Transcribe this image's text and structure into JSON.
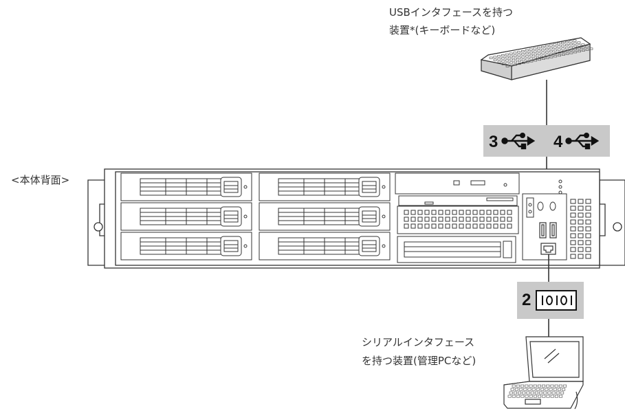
{
  "device_usb": {
    "line1": "USBインタフェースを持つ",
    "line2": "装置*(キーボードなど)"
  },
  "device_serial": {
    "line1": "シリアルインタフェース",
    "line2": "を持つ装置(管理PCなど)"
  },
  "chassis_label": "<本体背面>",
  "ports": {
    "usb_a": "3",
    "usb_b": "4",
    "serial": "2"
  },
  "colors": {
    "port_box": "#c9c9c9",
    "line": "#333333"
  }
}
